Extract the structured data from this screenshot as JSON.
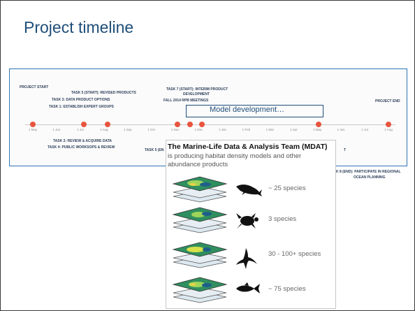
{
  "slide": {
    "title": "Project timeline"
  },
  "timeline": {
    "start_label": "PROJECT START",
    "end_label": "PROJECT END",
    "ticks": [
      "1 May",
      "1 Jun",
      "1 Jul",
      "1 Aug",
      "1 Sep",
      "1 Oct",
      "1 Nov",
      "1 Dec",
      "1 Jan",
      "1 Feb",
      "1 Mar",
      "1 Apr",
      "1 May",
      "1 Jun",
      "1 Jul",
      "1 Aug"
    ],
    "upper_tasks": {
      "task5_start": "TASK 5 (START): REVISED PRODUCTS",
      "task3": "TASK 3: DATA PRODUCT OPTIONS",
      "task1": "TASK 1: ESTABLISH EXPERT GROUPS",
      "task7_line1": "TASK 7 (START): INTERIM PRODUCT",
      "task7_line2": "DEVELOPMENT",
      "fall_rpb": "FALL 2014 RPB MEETINGS"
    },
    "lower_tasks": {
      "task2": "TASK 2: REVIEW & ACQUIRE DATA",
      "task4": "TASK 4: PUBLIC WORKSOPS & REVIEW",
      "task5_end_partial": "TASK 5 (EN",
      "task_partial_t": "T",
      "task8_end_line1": "K 8 (END): PARTICIPATE IN REGIONAL",
      "task8_end_line2": "OCEAN PLANNING"
    },
    "model_development": "Model development…"
  },
  "mdat": {
    "title": "The Marine-Life Data & Analysis Team (MDAT)",
    "description": "is producing habitat density models and other abundance products",
    "rows": [
      {
        "animal": "whale-icon",
        "species": "~ 25 species"
      },
      {
        "animal": "turtle-icon",
        "species": "3 species"
      },
      {
        "animal": "bird-icon",
        "species": "30 - 100+ species"
      },
      {
        "animal": "fish-icon",
        "species": "~ 75 species"
      }
    ]
  },
  "colors": {
    "title": "#1f4e79",
    "timeline_border": "#2e74b5",
    "milestone_dot": "#e8553e",
    "task_text": "#2d3f5a"
  }
}
